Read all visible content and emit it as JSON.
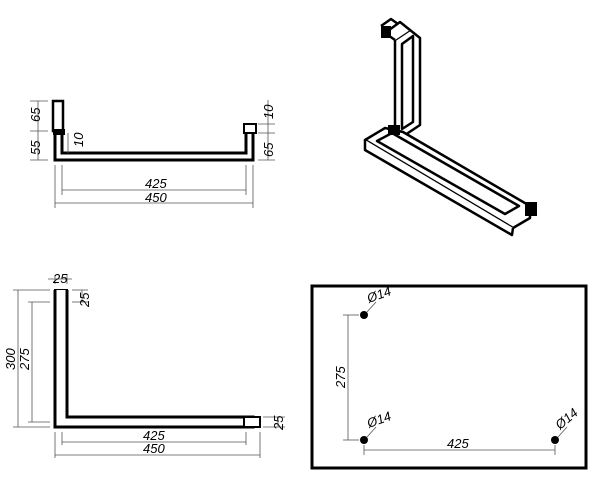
{
  "front_view": {
    "dim_top_post": "65",
    "dim_lower_post": "55",
    "dim_left_gap": "10",
    "dim_right_gap": "10",
    "dim_right_height": "65",
    "dim_inner_length": "425",
    "dim_total_length": "450"
  },
  "plan_view": {
    "dim_top_width": "25",
    "dim_top_side": "25",
    "dim_total_height": "300",
    "dim_inner_height": "275",
    "dim_right_end": "25",
    "dim_inner_length": "425",
    "dim_total_length": "450"
  },
  "hole_template": {
    "hole_label_top": "Ø14",
    "hole_label_bottom_left": "Ø14",
    "hole_label_bottom_right": "Ø14",
    "dim_vertical_spacing": "275",
    "dim_horizontal_spacing": "425"
  }
}
